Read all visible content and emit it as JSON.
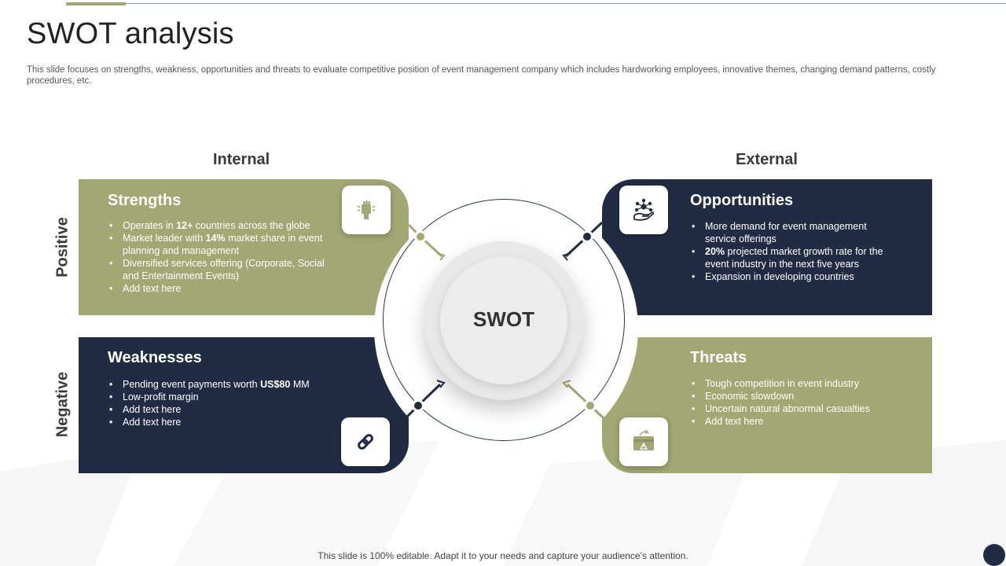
{
  "title": "SWOT analysis",
  "subtitle": "This slide focuses on strengths, weakness, opportunities and threats to evaluate competitive position of event management company which includes hardworking employees, innovative themes, changing demand patterns, costly procedures, etc.",
  "columns": {
    "internal": "Internal",
    "external": "External"
  },
  "rows": {
    "positive": "Positive",
    "negative": "Negative"
  },
  "center_label": "SWOT",
  "strengths": {
    "heading": "Strengths",
    "items": [
      [
        "Operates in ",
        "12+",
        " countries across the globe"
      ],
      [
        "Market leader with ",
        "14%",
        " market share in event planning and management"
      ],
      [
        "Diversified services offering (Corporate, Social and Entertainment Events)",
        "",
        ""
      ],
      [
        "Add text here",
        "",
        ""
      ]
    ]
  },
  "opportunities": {
    "heading": "Opportunities",
    "items": [
      [
        "More demand for event management service offerings",
        "",
        ""
      ],
      [
        "",
        "20%",
        " projected market growth rate for the event industry in the next five years"
      ],
      [
        "Expansion in developing countries",
        "",
        ""
      ]
    ]
  },
  "weaknesses": {
    "heading": "Weaknesses",
    "items": [
      [
        "Pending event payments worth ",
        "US$80",
        " MM"
      ],
      [
        "Low-profit margin",
        "",
        ""
      ],
      [
        "Add text here",
        "",
        ""
      ],
      [
        "Add text here",
        "",
        ""
      ]
    ]
  },
  "threats": {
    "heading": "Threats",
    "items": [
      [
        "Tough competition in event industry",
        "",
        ""
      ],
      [
        "Economic slowdown",
        "",
        ""
      ],
      [
        "Uncertain natural abnormal casualties",
        "",
        ""
      ],
      [
        "Add text here",
        "",
        ""
      ]
    ]
  },
  "icons": {
    "strengths": "raised-fist-icon",
    "opportunities": "hand-network-icon",
    "weaknesses": "broken-link-icon",
    "threats": "card-alert-icon"
  },
  "colors": {
    "olive": "#a3a774",
    "navy": "#212c44"
  },
  "footer": "This slide is 100% editable. Adapt it to your needs and capture your audience’s attention."
}
